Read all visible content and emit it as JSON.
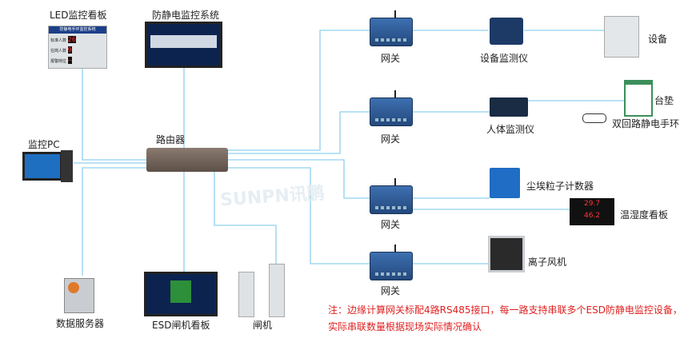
{
  "labels": {
    "led_board": "LED监控看板",
    "esd_system": "防静电监控系统",
    "pc": "监控PC",
    "router": "路由器",
    "gateway": "网关",
    "equipment_monitor": "设备监测仪",
    "equipment": "设备",
    "body_monitor": "人体监测仪",
    "mat": "台垫",
    "wrist_strap": "双回路静电手环",
    "particle_counter": "尘埃粒子计数器",
    "temp_humidity_board": "温湿度看板",
    "ionizer": "离子风机",
    "data_server": "数据服务器",
    "esd_gate_board": "ESD闸机看板",
    "gate": "闸机"
  },
  "led_board_display": {
    "title": "防静电手环监控系统",
    "rows": [
      {
        "label": "标准人数",
        "value": "26"
      },
      {
        "label": "在岗人数",
        "value": "9"
      },
      {
        "label": "报警岗位",
        "value": "--"
      }
    ]
  },
  "temp_display": {
    "temp": "29.7",
    "humidity": "46.2"
  },
  "watermark": "SUNPN讯鹏",
  "note": {
    "line1": "注：边缘计算网关标配4路RS485接口，每一路支持串联多个ESD防静电监控设备，",
    "line2": "实际串联数量根据现场实际情况确认"
  },
  "colors": {
    "line": "#8fd0ef",
    "note": "#e02020"
  }
}
